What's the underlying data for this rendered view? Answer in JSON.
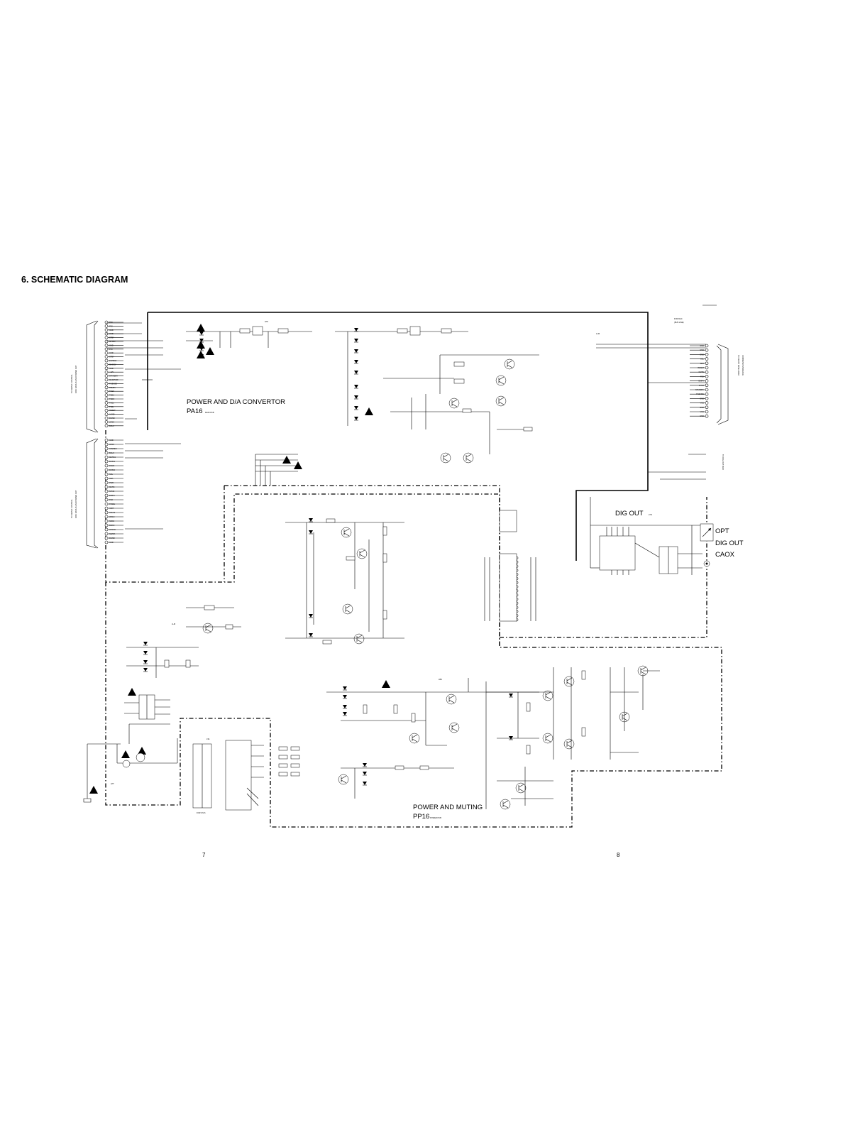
{
  "page": {
    "title": "6. SCHEMATIC DIAGRAM",
    "page_numbers": [
      "7",
      "8"
    ]
  },
  "boards": {
    "main": {
      "title": "POWER AND D/A CONVERTOR",
      "code": "PA16",
      "sub": "MAIN PCB"
    },
    "power": {
      "title": "POWER AND MUTING",
      "code": "PP16",
      "sub": "POWER PCB"
    }
  },
  "sections": {
    "dig_out": "DIG OUT",
    "opt": "OPT",
    "dig_out_2": "DIG OUT",
    "caox": "CAOX",
    "for_dac": "FOR DAC",
    "bus_line": "(BUS LINE)",
    "for_fuse": "FOR F.N.S"
  },
  "side_labels": {
    "left_top": [
      "TO SERVO CONTROL",
      "DISC DATA IN AND POWER OUT"
    ],
    "left_bottom": [
      "TO SERVO CONTROL",
      "DISC DATA IN AND POWER OUT"
    ],
    "right_top": [
      "COMMAND INTERFACE",
      "TO FRONT PANEL PA16"
    ],
    "right_bottom": "TO DIG OUT PA16"
  },
  "left_connector_top": [
    "P5V",
    "P5V",
    "GND",
    "GND",
    "STBY",
    "MTR5V",
    "GND",
    "P5V",
    "GND",
    "STBY",
    "ENABLE",
    "MAIN5V",
    "GND",
    "+12V",
    "STANDBY",
    "MAINPWR",
    "P.SENSE",
    "TEMP1",
    "TSCK",
    "TSDA",
    "TSDO",
    "TSCL",
    "TSEL",
    "RESET",
    "AGND",
    "DGND",
    "LRCK",
    "BCLK"
  ],
  "left_connector_bottom": [
    "GND",
    "LRCK",
    "STEREO",
    "BCLK",
    "MUTE1",
    "DATA1",
    "DIGIN",
    "DATA2",
    "SCL",
    "SDA",
    "PWR",
    "MUTE",
    "SYNC",
    "EMPH",
    "FSX",
    "FSSEL",
    "XMIT",
    "SCLK1",
    "WCLK",
    "SDO1",
    "BCKO",
    "LRCKO",
    "SDATA",
    "DGND",
    "GND"
  ],
  "right_connector": [
    "GND",
    "GND",
    "GND",
    "SCL",
    "SDA",
    "RESET",
    "MUTE",
    "FSX",
    "EMPH",
    "SYNC",
    "STANDBY",
    "P.SENSE",
    "GND",
    "VCC",
    "GND",
    "VCC",
    "GND"
  ],
  "mid_connector": [
    "OUT1",
    "OUT2",
    "GND",
    "GND",
    "FS",
    "MUTE",
    "LRCK",
    "BCLK",
    "DATA",
    "SCL",
    "SDA",
    "RST",
    "CS",
    "EMPH",
    "VCC",
    "GND"
  ],
  "net_labels": {
    "lps": "LPS",
    "llm": "LLM",
    "llm2": "LLM",
    "lbu": "LBU",
    "lpt": "LPT",
    "ltd": "LTD",
    "ls1": "LS1"
  }
}
